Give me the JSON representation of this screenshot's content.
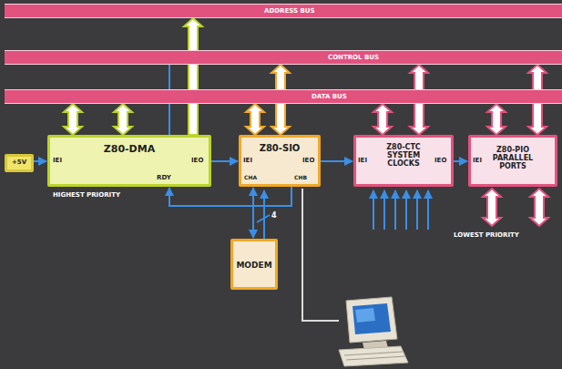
{
  "diagram": {
    "nodes": [
      {
        "text": [
          "ADDRESS BUS"
        ]
      },
      {
        "text": [
          "CONTROL BUS"
        ]
      },
      {
        "text": [
          "DATA BUS"
        ]
      },
      {
        "text": [
          "Z80-DMA"
        ]
      },
      {
        "text": [
          "Z80-SIO"
        ]
      },
      {
        "text": [
          "Z80-CTC SYSTEM CLOCKS"
        ]
      },
      {
        "text": [
          "Z80-PIO PARALLEL PORTS"
        ]
      },
      {
        "text": [
          "+5V"
        ]
      },
      {
        "text": [
          "MODEM"
        ]
      }
    ],
    "edges": [
      {
        "from": 3,
        "to": 0,
        "arrow": "to"
      },
      {
        "from": 3,
        "to": 2,
        "arrow": "both"
      },
      {
        "from": 3,
        "to": 2,
        "arrow": "both"
      },
      {
        "from": 1,
        "to": 3,
        "arrow": "none"
      },
      {
        "from": 4,
        "to": 2,
        "arrow": "both"
      },
      {
        "from": 4,
        "to": 1,
        "arrow": "both"
      },
      {
        "from": 5,
        "to": 2,
        "arrow": "both"
      },
      {
        "from": 5,
        "to": 1,
        "arrow": "both"
      },
      {
        "from": 6,
        "to": 2,
        "arrow": "both"
      },
      {
        "from": 6,
        "to": 1,
        "arrow": "both"
      },
      {
        "from": 7,
        "to": 3,
        "arrow": "to"
      },
      {
        "from": 3,
        "to": 4,
        "arrow": "to"
      },
      {
        "from": 4,
        "to": 5,
        "arrow": "to"
      },
      {
        "from": 5,
        "to": 6,
        "arrow": "to"
      },
      {
        "from": 4,
        "to": 3,
        "arrow": "to"
      },
      {
        "from": 8,
        "to": 4,
        "arrow": "both"
      }
    ],
    "labels": [
      "IEI",
      "IEO",
      "RDY",
      "HIGHEST PRIORITY",
      "IEI",
      "IEO",
      "CHA",
      "CHB",
      "IEI",
      "IEO",
      "IEI",
      "4",
      "LOWEST PRIORITY"
    ]
  }
}
